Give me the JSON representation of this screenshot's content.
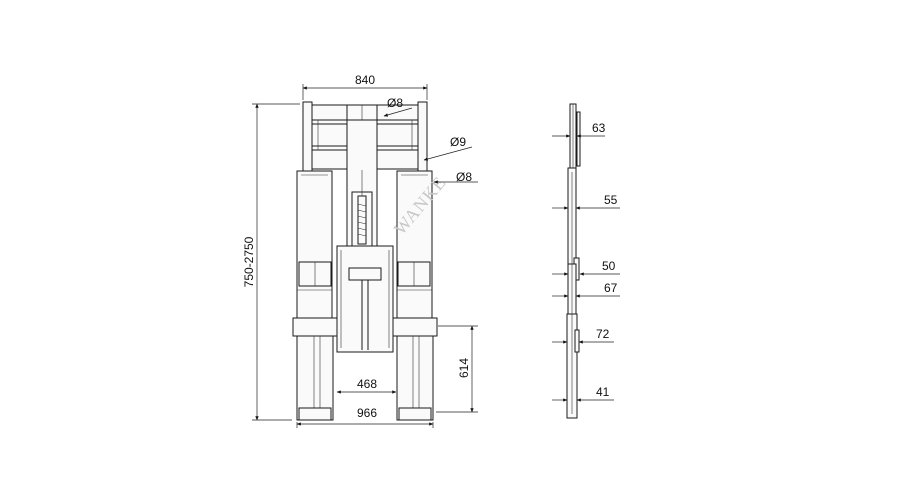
{
  "front_view": {
    "top_width": "840",
    "hole_top": "Ø8",
    "hole_mid": "Ø9",
    "hole_side": "Ø8",
    "height_range": "750-2750",
    "inner_width": "468",
    "base_width": "966",
    "lower_height": "614"
  },
  "side_view": {
    "dims": [
      "63",
      "55",
      "50",
      "67",
      "72",
      "41"
    ]
  },
  "watermark": "WANKE"
}
